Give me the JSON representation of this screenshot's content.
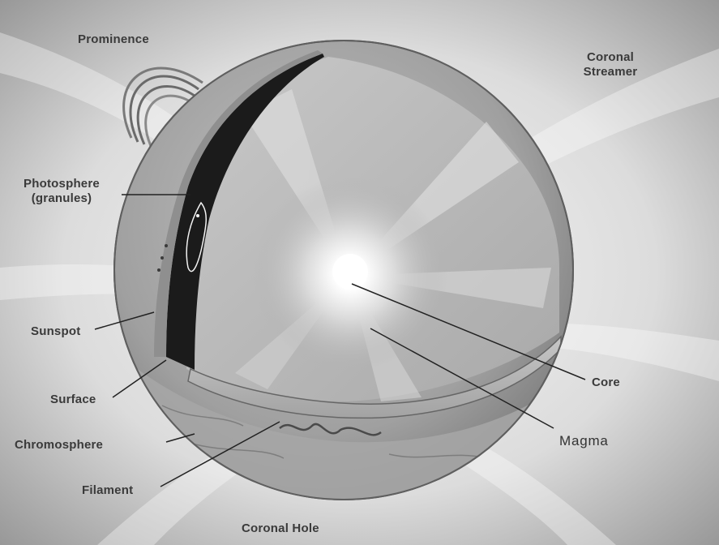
{
  "diagram": {
    "labels": {
      "prominence": "Prominence",
      "coronal_streamer_line1": "Coronal",
      "coronal_streamer_line2": "Streamer",
      "photosphere_line1": "Photosphere",
      "photosphere_line2": "(granules)",
      "sunspot": "Sunspot",
      "surface": "Surface",
      "chromosphere": "Chromosphere",
      "filament": "Filament",
      "coronal_hole": "Coronal Hole",
      "core": "Core",
      "magma": "Magma"
    },
    "colors": {
      "background_dark": "#8a8a8a",
      "background_light": "#f4f4f4",
      "sphere_shell": "#9a9a9a",
      "cut_face": "#b8b8b8",
      "dark_band": "#1a1a1a",
      "core_glow": "#ffffff",
      "leader_line": "#222222",
      "label_text": "#3a3a3a"
    }
  }
}
